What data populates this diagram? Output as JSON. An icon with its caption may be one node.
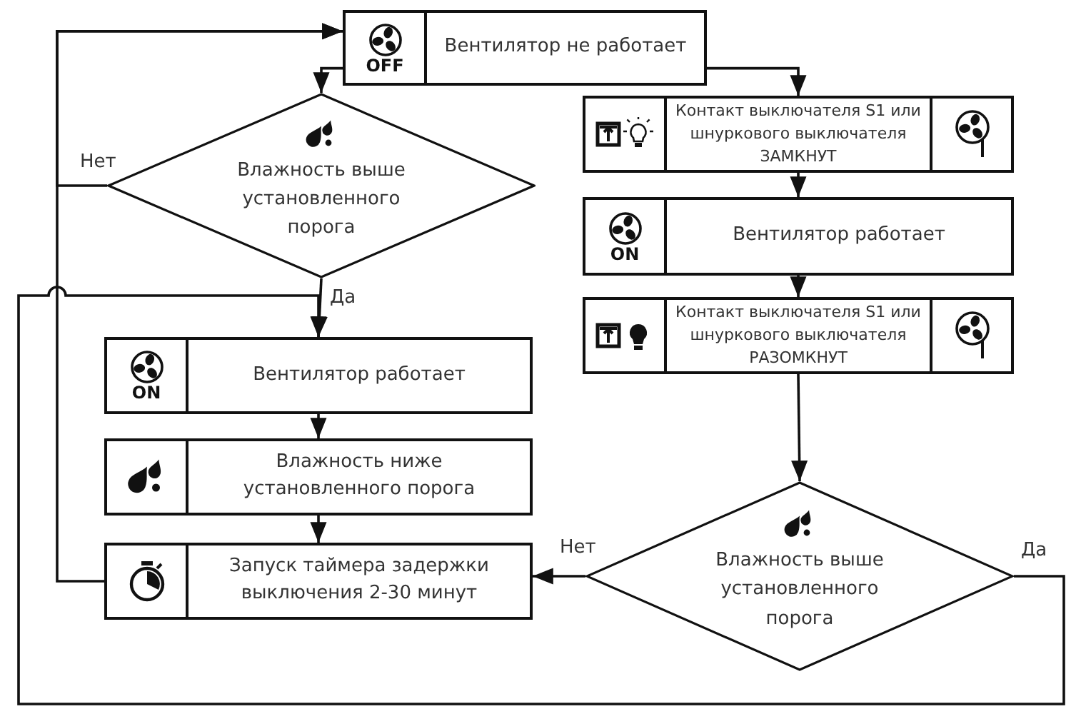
{
  "diagram": {
    "nodes": [
      {
        "text": [
          "OFF",
          "Вентилятор не работает"
        ]
      },
      {
        "text": [
          "Влажность выше установленного порога"
        ]
      },
      {
        "text": [
          "Контакт выключателя S1 или шнуркового выключателя ЗАМКНУТ"
        ]
      },
      {
        "text": [
          "ON",
          "Вентилятор работает"
        ]
      },
      {
        "text": [
          "Контакт выключателя S1 или шнуркового выключателя РАЗОМКНУТ"
        ]
      },
      {
        "text": [
          "ON",
          "Вентилятор работает"
        ]
      },
      {
        "text": [
          "Влажность ниже установленного порога"
        ]
      },
      {
        "text": [
          "Запуск таймера задержки выключения 2-30 минут"
        ]
      },
      {
        "text": [
          "Влажность выше установленного порога"
        ]
      }
    ],
    "edges": [
      {
        "from": 0,
        "to": 1,
        "arrow": "to"
      },
      {
        "from": 0,
        "to": 2,
        "arrow": "to"
      },
      {
        "from": 1,
        "to": 0,
        "arrow": "to",
        "label": "Нет"
      },
      {
        "from": 1,
        "to": 5,
        "arrow": "to",
        "label": "Да"
      },
      {
        "from": 2,
        "to": 3,
        "arrow": "to"
      },
      {
        "from": 3,
        "to": 4,
        "arrow": "to"
      },
      {
        "from": 4,
        "to": 8,
        "arrow": "to"
      },
      {
        "from": 5,
        "to": 6,
        "arrow": "to"
      },
      {
        "from": 6,
        "to": 7,
        "arrow": "to"
      },
      {
        "from": 7,
        "to": 0,
        "arrow": "to"
      },
      {
        "from": 8,
        "to": 7,
        "arrow": "to",
        "label": "Нет"
      },
      {
        "from": 8,
        "to": 5,
        "arrow": "to",
        "label": "Да"
      }
    ]
  }
}
